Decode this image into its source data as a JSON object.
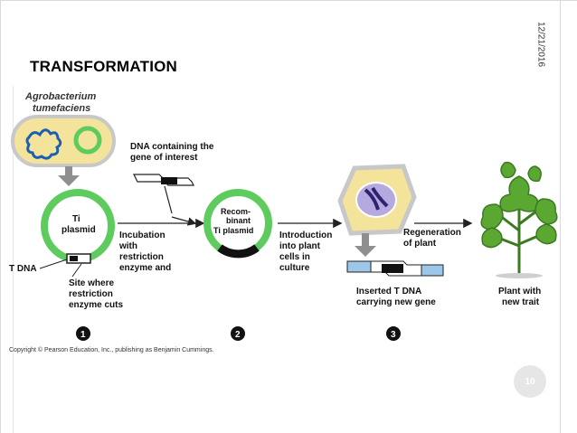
{
  "slide": {
    "date": "12/21/2016",
    "title": "TRANSFORMATION",
    "page_number": "10"
  },
  "figure": {
    "agro_line1": "Agrobacterium",
    "agro_line2": "tumefaciens",
    "dna_line1": "DNA containing the",
    "dna_line2": "gene of interest",
    "ti_line1": "Ti",
    "ti_line2": "plasmid",
    "tdna": "T DNA",
    "site_line1": "Site where",
    "site_line2": "restriction",
    "site_line3": "enzyme cuts",
    "incub_line1": "Incubation",
    "incub_line2": "with",
    "incub_line3": "restriction",
    "incub_line4": "enzyme and",
    "recomb_line1": "Recom-",
    "recomb_line2": "binant",
    "recomb_line3": "Ti plasmid",
    "intro_line1": "Introduction",
    "intro_line2": "into plant",
    "intro_line3": "cells in",
    "intro_line4": "culture",
    "regen_line1": "Regeneration",
    "regen_line2": "of plant",
    "inserted_line1": "Inserted T DNA",
    "inserted_line2": "carrying new gene",
    "plant_line1": "Plant with",
    "plant_line2": "new trait",
    "step1": "1",
    "step2": "2",
    "step3": "3",
    "copyright": "Copyright © Pearson Education, Inc., publishing as Benjamin Cummings."
  },
  "colors": {
    "plasmid_green": "#5ecb5e",
    "bacterium_fill": "#f4e39a",
    "bacterium_border": "#c8c8c8",
    "dna_blue": "#1a5fb0",
    "nucleus_purple": "#8f7ec8",
    "arrow_gray": "#8f8f8f",
    "plant_green": "#4f9a2e"
  }
}
